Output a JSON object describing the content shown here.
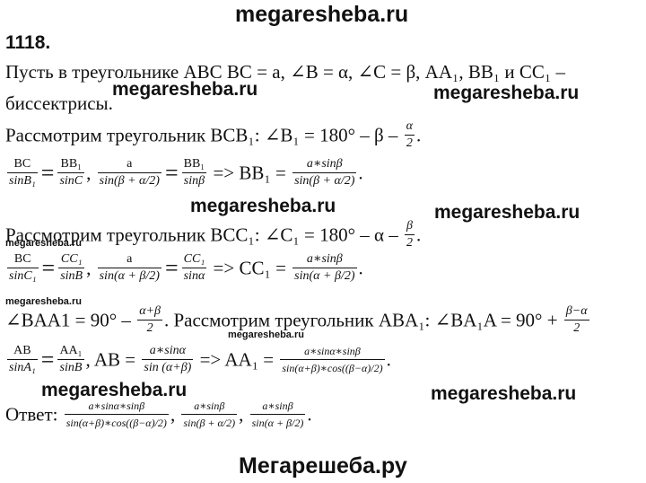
{
  "watermarks": {
    "top": "megaresheba.ru",
    "w1": "megaresheba.ru",
    "w2": "megaresheba.ru",
    "w3": "megaresheba.ru",
    "w4": "megaresheba.ru",
    "w5": "megaresheba.ru",
    "w6": "megaresheba.ru",
    "w7": "megaresheba.ru",
    "w8": "megaresheba.ru",
    "w9": "megaresheba.ru",
    "bottom": "Мегарешеба.ру"
  },
  "problem_number": "1118.",
  "lines": {
    "l1": "Пусть в треугольнике ABC BC = a, ∠B = α, ∠C = β, AA₁, BB₁ и CC₁ –",
    "l2": "биссектрисы.",
    "l3a": "Рассмотрим треугольник BCB₁: ∠B₁ = 180° – β –",
    "l3_num": "α",
    "l3_den": "2",
    "l5a": "Рассмотрим треугольник BCC₁: ∠C₁ = 180° – α –",
    "l5_num": "β",
    "l5_den": "2",
    "l7a": "∠BAA1 = 90° –",
    "l7_num": "α+β",
    "l7_den": "2",
    "l7b": ". Рассмотрим треугольник ABA₁: ∠BA₁A = 90° +",
    "l7_num2": "β−α",
    "l7_den2": "2",
    "answer_label": "Ответ:"
  },
  "eq1": {
    "f1n": "BC",
    "f1d": "sinB₁",
    "f2n": "BB₁",
    "f2d": "sinC",
    "f3n": "a",
    "f3d": "sin(β + α/2)",
    "f4n": "BB₁",
    "f4d": "sinβ",
    "arrow": "=> BB₁ =",
    "f5n": "a∗sinβ",
    "f5d": "sin(β + α/2)"
  },
  "eq2": {
    "f1n": "BC",
    "f1d": "sinC₁",
    "f2n": "CC₁",
    "f2d": "sinB",
    "f3n": "a",
    "f3d": "sin(α + β/2)",
    "f4n": "CC₁",
    "f4d": "sinα",
    "arrow": "=> CC₁ =",
    "f5n": "a∗sinβ",
    "f5d": "sin(α + β/2)"
  },
  "eq3": {
    "f1n": "AB",
    "f1d": "sinA₁",
    "f2n": "AA₁",
    "f2d": "sinB",
    "mid": ", AB =",
    "f3n": "a∗sinα",
    "f3d": "sin (α+β)",
    "arrow": "=> AA₁ =",
    "f4n": "a∗sinα∗sinβ",
    "f4d": "sin(α+β)∗cos((β−α)/2)"
  },
  "answer": {
    "f1n": "a∗sinα∗sinβ",
    "f1d": "sin(α+β)∗cos((β−α)/2)",
    "f2n": "a∗sinβ",
    "f2d": "sin(β + α/2)",
    "f3n": "a∗sinβ",
    "f3d": "sin(α + β/2)"
  }
}
